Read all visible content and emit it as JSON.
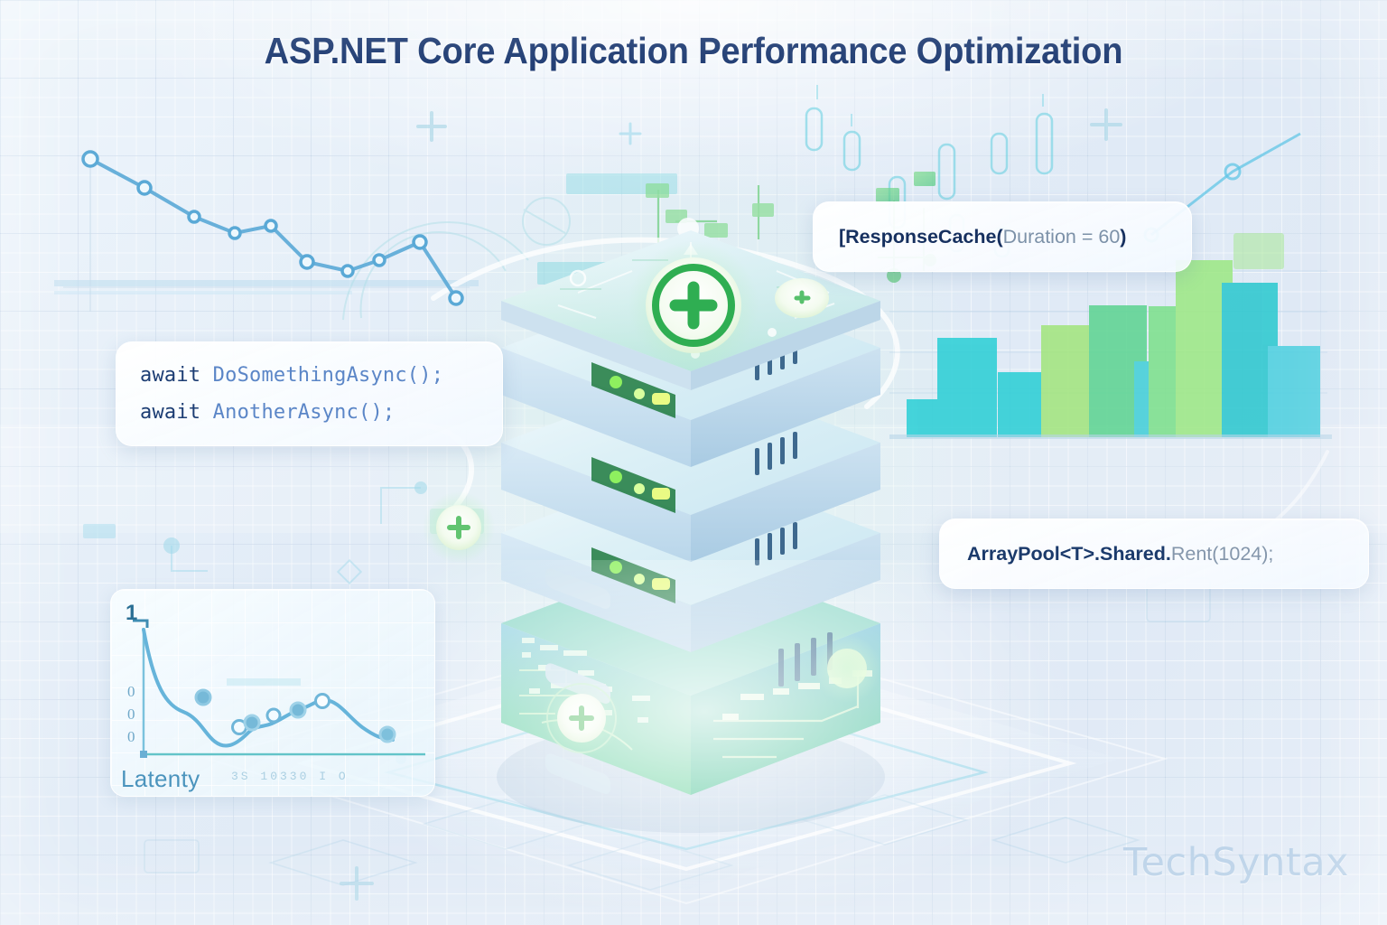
{
  "title": "ASP.NET Core Application Performance Optimization",
  "watermark": "TechSyntax",
  "callouts": {
    "await": {
      "line1_keyword": "await",
      "line1_call": " DoSomethingAsync();",
      "line2_keyword": "await",
      "line2_call": " AnotherAsync();"
    },
    "response_cache": {
      "bold_prefix": "[ResponseCache(",
      "muted_args": "Duration = 60",
      "bold_suffix": ")"
    },
    "array_pool": {
      "bold_prefix": "ArrayPool<T>.Shared.",
      "muted_suffix": "Rent(1024);"
    }
  },
  "latency_card": {
    "y_top_label": "1",
    "y_labels": [
      "0",
      "0",
      "0"
    ],
    "x_label": "Latenty",
    "artifact_text": "3S 10330 I O"
  },
  "colors": {
    "title": "#17356e",
    "code_keyword": "#1c3d73",
    "code_call": "#5b86c7",
    "accent_green": "#35b559",
    "accent_teal": "#29c6ce",
    "background": "#e3ecf6",
    "watermark": "#bcd3e9",
    "chart_line": "#5aa9d6"
  },
  "chart_data": [
    {
      "type": "line",
      "name": "background-trend-line",
      "title": "",
      "xlabel": "",
      "ylabel": "",
      "grid": true,
      "x": [
        0,
        1,
        2,
        3,
        4,
        5,
        6,
        7,
        8,
        9,
        10,
        11,
        12
      ],
      "values": [
        100,
        88,
        79,
        70,
        66,
        71,
        59,
        61,
        68,
        50,
        53,
        44,
        40
      ],
      "ylim": [
        0,
        100
      ]
    },
    {
      "type": "line",
      "name": "latency-card-chart",
      "title": "Latenty",
      "xlabel": "Latenty",
      "ylabel": "",
      "grid": true,
      "ytick_labels": [
        "1",
        "0",
        "0",
        "0"
      ],
      "x": [
        0,
        1,
        2,
        3,
        4,
        5,
        6,
        7,
        8,
        9,
        10
      ],
      "values": [
        100,
        62,
        46,
        40,
        20,
        26,
        30,
        36,
        42,
        27,
        18
      ],
      "ylim": [
        0,
        100
      ]
    },
    {
      "type": "bar",
      "name": "performance-bar-chart",
      "title": "",
      "xlabel": "",
      "ylabel": "",
      "grid": true,
      "categories": [
        "1",
        "2",
        "3",
        "4",
        "5",
        "6",
        "7",
        "8",
        "9",
        "10"
      ],
      "values": [
        26,
        62,
        42,
        70,
        82,
        48,
        84,
        100,
        88,
        54
      ],
      "bar_colors": [
        "#2ecfd6",
        "#2ecfd6",
        "#2ecfd6",
        "#a3e57f",
        "#5fd493",
        "#45cfd8",
        "#7ee08d",
        "#9ee886",
        "#2ec8cf",
        "#4fd0e0"
      ],
      "ylim": [
        0,
        100
      ]
    }
  ],
  "server": {
    "layers": [
      "top-layer",
      "middle-layer",
      "lower-layer",
      "base-cube"
    ],
    "badge_icon": "plus-badge-icon",
    "status_leds": [
      "green",
      "lime",
      "yellow"
    ]
  }
}
